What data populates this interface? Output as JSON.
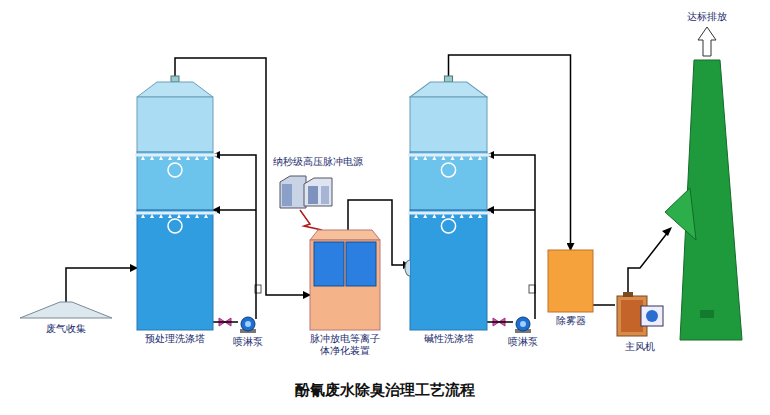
{
  "diagram": {
    "title": "酚氰废水除臭治理工艺流程",
    "nodes": [
      {
        "text": [
          "废气收集"
        ]
      },
      {
        "text": [
          "预处理洗涤塔"
        ]
      },
      {
        "text": [
          "喷淋泵"
        ]
      },
      {
        "text": [
          "纳秒级高压脉冲电源"
        ]
      },
      {
        "text": [
          "脉冲放电等离子体净化装置"
        ]
      },
      {
        "text": [
          "碱性洗涤塔"
        ]
      },
      {
        "text": [
          "喷淋泵"
        ]
      },
      {
        "text": [
          "除雾器"
        ]
      },
      {
        "text": [
          "主风机"
        ]
      }
    ],
    "edges": [
      {
        "from": 0,
        "to": 1,
        "arrow": "to"
      },
      {
        "from": 1,
        "to": 4,
        "arrow": "to"
      },
      {
        "from": 1,
        "to": 2,
        "arrow": "none"
      },
      {
        "from": 2,
        "to": 1,
        "arrow": "to"
      },
      {
        "from": 3,
        "to": 4,
        "arrow": "none"
      },
      {
        "from": 4,
        "to": 5,
        "arrow": "to"
      },
      {
        "from": 5,
        "to": 6,
        "arrow": "none"
      },
      {
        "from": 6,
        "to": 5,
        "arrow": "to"
      },
      {
        "from": 5,
        "to": 7,
        "arrow": "to"
      },
      {
        "from": 7,
        "to": 8,
        "arrow": "none"
      }
    ],
    "labels": [
      "达标排放"
    ]
  }
}
